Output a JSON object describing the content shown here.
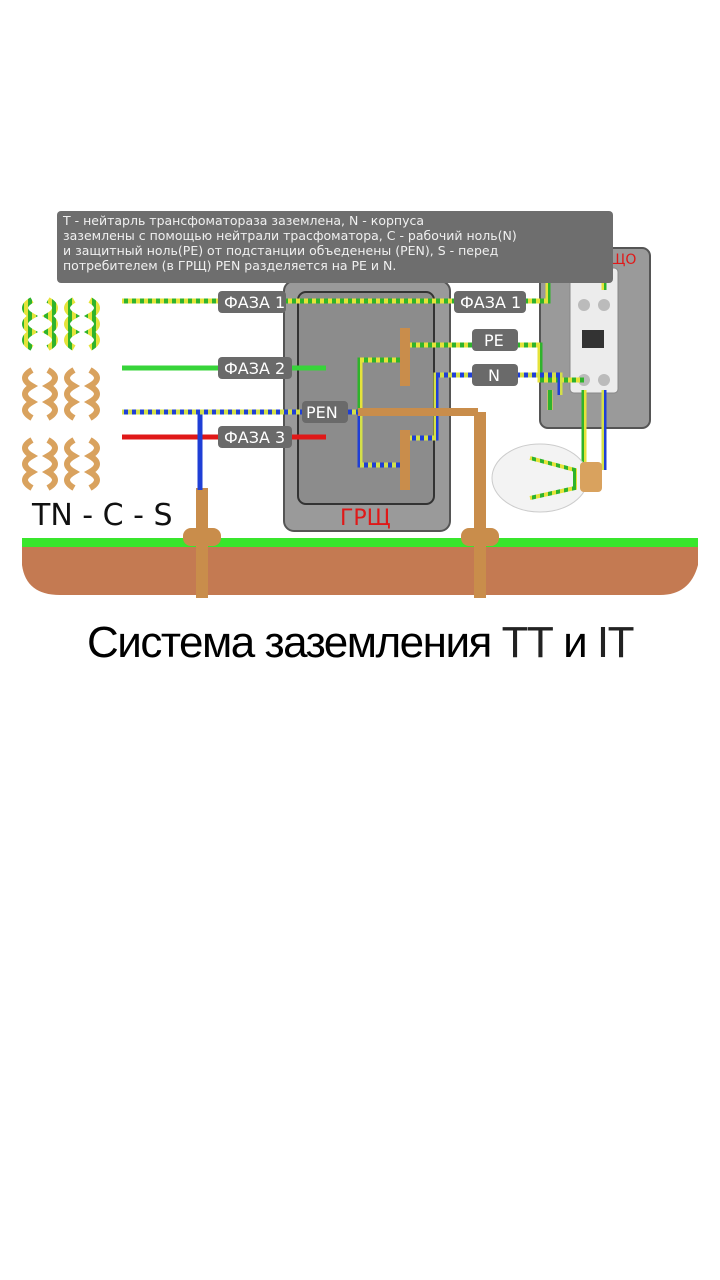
{
  "info_text": [
    "T - нейтарль трансфоматораза заземлена, N - корпуса",
    "заземлены с помощью   нейтрали трасфоматора, С - рабочий ноль(N)",
    " и защитный ноль(PE) от подстанции объеденены (PEN), S - перед",
    "потребителем (в ГРЩ) PEN разделяется на PE и  N."
  ],
  "labels": {
    "phase1_left": "ФАЗА 1",
    "phase2": "ФАЗА 2",
    "phase3": "ФАЗА 3",
    "pen": "PEN",
    "phase1_right": "ФАЗА 1",
    "pe": "PE",
    "n": "N",
    "grsh": "ГРЩ",
    "shcho": "ЩО",
    "system": "TN - C - S"
  },
  "caption": {
    "main": "Система заземления ",
    "tt": "TT",
    "and": " и ",
    "it": "IT"
  },
  "colors": {
    "phase_yellowgreen": "#c8e34a",
    "phase2_green": "#37d43a",
    "phase3_red": "#e01818",
    "neutral_blue": "#1f3fd6",
    "ground_green": "#39e62c",
    "soil": "#c47a52",
    "panel_grey": "#8c8c8c",
    "label_bg": "#6a6a6a"
  }
}
